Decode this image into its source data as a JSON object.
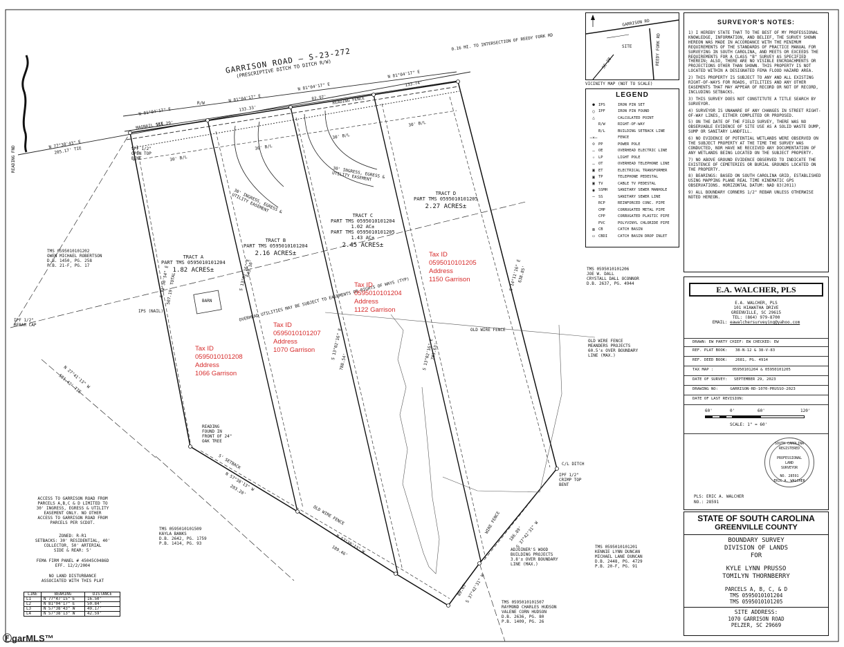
{
  "road": {
    "name": "GARRISON ROAD — S-23-272",
    "subtitle": "(PRESCRIPTIVE DITCH TO DITCH R/W)",
    "note": "0.16 MI. TO INTERSECTION OF REEDY FORK RD"
  },
  "bearings": {
    "b1": "N 81°04'17\" E",
    "b2": "N 81°04'17\" E",
    "b3": "N 81°04'17\" E",
    "b4": "N 81°04'17\" E",
    "d1": "116.29'",
    "d2": "133.33'",
    "d3": "82.97'",
    "d4": "133.74'",
    "west_tie": "N 77°38'43\" E",
    "west_tie_dist": "205.17' TIE",
    "sw_tie": "N 27°41'13\" W",
    "sw_tie_dist": "581.42' TIE",
    "s1": "N 57°38'13\" W",
    "s1d": "203.20'",
    "s2": "N 57°38'13\" W",
    "s2d": "189.46'",
    "a_line": "S 11°30'54\" E",
    "a_dist": "507.19' TOTAL",
    "b_line": "S 13°02'16\" E",
    "b_dist": "643.10'",
    "c_line": "S 13°02'16\" E",
    "c_dist": "788.54'",
    "d_line": "S 13°02'16\" E",
    "d_dist": "783.63'",
    "e_line": "S 14°11'16\" E",
    "e_dist": "638.85'",
    "se_line": "S 37°42'31\" W",
    "se_dist": "186.89'",
    "se2": "S 37°42'31\" W",
    "se2d": "89.05'"
  },
  "tracts": [
    {
      "name": "TRACT A",
      "part": "PART TMS 0595010101204",
      "acres": "1.82 ACRES±"
    },
    {
      "name": "TRACT B",
      "part": "PART TMS 0595010101204",
      "acres": "2.16 ACRES±"
    },
    {
      "name": "TRACT C",
      "part": "PART TMS 0595010101204",
      "part2": "1.02 AC±",
      "part3": "PART TMS 0595010101205",
      "part4": "1.43 AC±",
      "acres": "2.45 ACRES±"
    },
    {
      "name": "TRACT D",
      "part": "PART TMS 0595010101205",
      "acres": "2.27 ACRES±"
    }
  ],
  "tax_ids": [
    {
      "label": "Tax ID",
      "id": "0595010101208",
      "addr_label": "Address",
      "addr": "1066 Garrison"
    },
    {
      "label": "Tax ID",
      "id": "0595010101207",
      "addr_label": "Address",
      "addr": "1070 Garrison"
    },
    {
      "label": "Tax ID",
      "id": "0595010101204",
      "addr_label": "Address",
      "addr": "1122 Garrison"
    },
    {
      "label": "Tax ID",
      "id": "0595010101205",
      "addr_label": "Address",
      "addr": "1150 Garrison"
    }
  ],
  "neighbors": {
    "west": [
      "TMS 0595010101202",
      "OWEN MICHAEL ROBERTSON",
      "D.B. 1450, PG. 258",
      "P.B. 21-F, PG. 17"
    ],
    "east": [
      "TMS 0595010101206",
      "JOE W. DALL",
      "CRYSTALL DALL OCONNOR",
      "D.B. 2637, PG. 4944"
    ],
    "south_w": [
      "TMS 0595010101509",
      "KAYLA BANKS",
      "D.B. 2642, PG. 1759",
      "P.B. 1414, PG. 93"
    ],
    "south_c": [
      "TMS 0595010101507",
      "RAYMOND CHARLES HUDSON",
      "VALENE CORN HUDSON",
      "D.B. 2636, PG. 80",
      "P.B. 1409, PG. 26"
    ],
    "south_e": [
      "TMS 0595010101201",
      "KENNIE LYNN DUNCAN",
      "MICHAEL LANE DUNCAN",
      "D.B. 2448, PG. 4729",
      "P.B. 20-F, PG. 91"
    ]
  },
  "plan_labels": {
    "rw": "R/W",
    "reading_fence": "READING FENCE",
    "easement1": "30' INGRESS, EGRESS & UTILITY EASEMENT",
    "easement2": "30' INGRESS, EGRESS & UTILITY EASEMENT",
    "setback": "30' B/L",
    "utilities": "OVERHEAD UTILITIES MAY BE SUBJECT TO EASEMENTS OR RIGHTS OF WAYS (TYP)",
    "barn": "BARN",
    "old_wire_fence": "OLD WIRE FENCE",
    "wire_fence": "WIRE FENCE",
    "ips_nail": "IPS (NAIL)",
    "ipf_rebar": "IPF 1/2\" REBAR CAP",
    "open_top": "IPF 1/2\" OPEN TOP BENT",
    "oak_tree": "READING FOUND IN FRONT OF 24\" OAK TREE",
    "crimp_top": "IPF 1/2\" CRIMP TOP BENT",
    "cl_ditch": "C/L DITCH",
    "wood_building": "ADJOINER'S WOOD BUILDING PROJECTS 3.8'± OVER BOUNDARY LINE (MAX.)",
    "fence_encroach": "OLD WIRE FENCE MEANDERS PROJECTS 60.5'± OVER BOUNDARY LINE (MAX.)",
    "reading_fnd": "READING FND",
    "side_setback": "5' SETBACK",
    "magnail_set": "MAGNAIL SET"
  },
  "access_note": [
    "ACCESS TO GARRISON ROAD FROM",
    "PARCELS A,B,C & D LIMITED TO",
    "30' INGRESS, EGRESS & UTILITY",
    "EASEMENT ONLY. NO OTHER",
    "ACCESS TO GARRISON ROAD FROM",
    "PARCELS PER SCDOT."
  ],
  "zoning": [
    "ZONED: R-R1",
    "SETBACKS: 30' RESIDENTIAL, 40'",
    "COLLECTOR, 50' ARTERIAL",
    "SIDE & REAR: 5'"
  ],
  "fema": [
    "FEMA FIRM PANEL # 45045C0486D",
    "EFF. 12/2/2004"
  ],
  "disturbance": [
    "NO LAND DISTURBANCE",
    "ASSOCIATED WITH THIS PLAT"
  ],
  "line_table": {
    "headers": [
      "LINE",
      "BEARING",
      "DISTANCE"
    ],
    "rows": [
      [
        "L1",
        "N 77°47'15\" E",
        "16.50'"
      ],
      [
        "L2",
        "N 81°04'17\" E",
        "50.84'"
      ],
      [
        "L3",
        "N 57°38'43\" W",
        "49.17'"
      ],
      [
        "L4",
        "N 57°38'13\" W",
        "42.59'"
      ]
    ]
  },
  "vicinity": {
    "caption": "VICINITY MAP (NOT TO SCALE)",
    "site": "SITE",
    "road1": "GARRISON RD",
    "road2": "REEDY FORK RD",
    "road3": "SC 20"
  },
  "legend": {
    "title": "LEGEND",
    "items": [
      [
        "●",
        "IPS",
        "IRON PIN SET"
      ],
      [
        "○",
        "IPF",
        "IRON PIN FOUND"
      ],
      [
        "△",
        "",
        "CALCULATED POINT"
      ],
      [
        "",
        "R/W",
        "RIGHT-OF-WAY"
      ],
      [
        "",
        "B/L",
        "BUILDING SETBACK LINE"
      ],
      [
        "—×—",
        "",
        "FENCE"
      ],
      [
        "⊙",
        "PP",
        "POWER POLE"
      ],
      [
        "—",
        "OE",
        "OVERHEAD ELECTRIC LINE"
      ],
      [
        "☆",
        "LP",
        "LIGHT POLE"
      ],
      [
        "—",
        "OT",
        "OVERHEAD TELEPHONE LINE"
      ],
      [
        "▣",
        "ET",
        "ELECTRICAL TRANSFORMER"
      ],
      [
        "▣",
        "TP",
        "TELEPHONE PEDESTAL"
      ],
      [
        "▣",
        "TV",
        "CABLE TV PEDESTAL"
      ],
      [
        "◉",
        "SSMH",
        "SANITARY SEWER MANHOLE"
      ],
      [
        "—",
        "SS",
        "SANITARY SEWER LINE"
      ],
      [
        "",
        "RCP",
        "REINFORCED CONC. PIPE"
      ],
      [
        "",
        "CMP",
        "CORRUGATED METAL PIPE"
      ],
      [
        "",
        "CPP",
        "CORRUGATED PLASTIC PIPE"
      ],
      [
        "",
        "PVC",
        "POLYVINYL CHLORIDE PIPE"
      ],
      [
        "⊠",
        "CB",
        "CATCH BASIN"
      ],
      [
        "▭",
        "CBDI",
        "CATCH BASIN DROP INLET"
      ]
    ]
  },
  "surveyor_notes": {
    "title": "SURVEYOR'S NOTES:",
    "notes": [
      "1) I HEREBY STATE THAT TO THE BEST OF MY PROFESSIONAL KNOWLEDGE, INFORMATION, AND BELIEF, THE SURVEY SHOWN HEREON WAS MADE IN ACCORDANCE WITH THE MINIMUM REQUIREMENTS OF THE STANDARDS OF PRACTICE MANUAL FOR SURVEYING IN SOUTH CAROLINA, AND MEETS OR EXCEEDS THE REQUIREMENTS FOR A CLASS \"B\" SURVEY AS SPECIFIED THEREIN; ALSO, THERE ARE NO VISIBLE ENCROACHMENTS OR PROJECTIONS OTHER THAN SHOWN. THIS PROPERTY IS NOT LOCATED WITHIN A DESIGNATED FEMA FLOOD HAZARD AREA.",
      "2) THIS PROPERTY IS SUBJECT TO ANY AND ALL EXISTING RIGHT-OF-WAYS FOR ROADS, UTILITIES AND ANY OTHER EASEMENTS THAT MAY APPEAR OF RECORD OR NOT OF RECORD, INCLUDING SETBACKS.",
      "3) THIS SURVEY DOES NOT CONSTITUTE A TITLE SEARCH BY SURVEYOR.",
      "4) SURVEYOR IS UNAWARE OF ANY CHANGES IN STREET RIGHT-OF-WAY LINES, EITHER COMPLETED OR PROPOSED.",
      "5) ON THE DATE OF THE FIELD SURVEY, THERE WAS NO OBSERVABLE EVIDENCE OF SITE USE AS A SOLID WASTE DUMP, SUMP OR SANITARY LANDFILL.",
      "6) NO EVIDENCE OF POTENTIAL WETLANDS WERE OBSERVED ON THE SUBJECT PROPERTY AT THE TIME THE SURVEY WAS CONDUCTED, NOR HAVE WE RECEIVED ANY DOCUMENTATION OF ANY WETLANDS BEING LOCATED ON THE SUBJECT PROPERTY.",
      "7) NO ABOVE GROUND EVIDENCE OBSERVED TO INDICATE THE EXISTENCE OF CEMETERIES OR BURIAL GROUNDS LOCATED ON THE PROPERTY.",
      "8) BEARINGS: BASED ON SOUTH CAROLINA GRID, ESTABLISHED USING MAPPING PLANE REAL TIME KINEMATIC GPS OBSERVATIONS. HORIZONTAL DATUM: NAD 83(2011)",
      "9) ALL BOUNDARY CORNERS 1/2\" REBAR UNLESS OTHERWISE NOTED HEREON."
    ]
  },
  "company": {
    "name": "E.A. WALCHER, PLS",
    "person": "E.A. WALCHER, PLS",
    "street": "101 HIAWATHA DRIVE",
    "city": "GREENVILLE, SC 29615",
    "tel": "TEL: (864) 979-8700",
    "email_label": "EMAIL:",
    "email": "eawalchersurveying@yahoo.com"
  },
  "title_block": {
    "drawn": "DRAWN: EW     PARTY CHIEF: EW     CHECKED: EW",
    "plat_book_label": "REF. PLAT BOOK:",
    "plat_book": "38-N-12 & 38-V-83",
    "deed_book_label": "REF. DEED BOOK:",
    "deed_book": "2681, PG. 4914",
    "tax_map_label": "TAX MAP :",
    "tax_map": "05950101204 & 05950101205",
    "survey_date_label": "DATE OF SURVEY:",
    "survey_date": "SEPTEMBER 29, 2023",
    "drawing_no_label": "DRAWING NO:",
    "drawing_no": "GARRISON-RD-1070-PRUSSO-2023",
    "last_revision_label": "DATE OF LAST REVISION:",
    "scale_ticks": [
      "60'",
      "0'",
      "60'",
      "120'"
    ],
    "scale": "SCALE:  1\" = 60'",
    "seal": [
      "SOUTH CAROLINA",
      "REGISTERED",
      "PROFESSIONAL",
      "LAND",
      "SURVEYOR",
      "NO. 28591",
      "ERIC A. WALCHER"
    ],
    "pls": "PLS: ERIC A. WALCHER",
    "pls_no": "NO.: 28591",
    "state": "STATE OF SOUTH CAROLINA",
    "county": "GREENVILLE COUNTY",
    "survey_type": [
      "BOUNDARY SURVEY",
      "DIVISION OF LANDS",
      "FOR"
    ],
    "clients": [
      "KYLE LYNN PRUSSO",
      "TOMILYN THORNBERRY"
    ],
    "parcels": [
      "PARCELS A, B, C, & D",
      "TMS 0595010101204",
      "TMS 0595010101205"
    ],
    "site_label": "SITE ADDRESS:",
    "site_address": [
      "1070 GARRISON ROAD",
      "PELZER, SC 29669"
    ]
  },
  "watermark": "ⒻgarMLS™",
  "colors": {
    "annotation": "#d62a2a",
    "ink": "#111111"
  }
}
